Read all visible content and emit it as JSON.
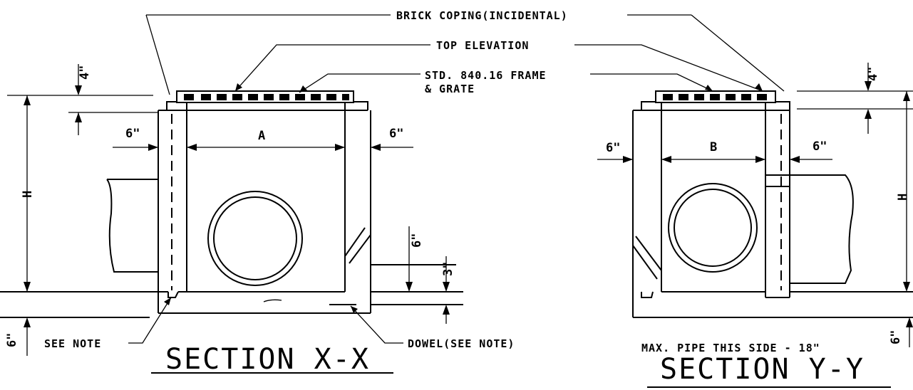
{
  "callouts": {
    "brick_coping": "BRICK COPING(INCIDENTAL)",
    "top_elevation": "TOP ELEVATION",
    "frame_grate_line1": "STD. 840.16 FRAME",
    "frame_grate_line2": "& GRATE",
    "see_note": "SEE NOTE",
    "dowel": "DOWEL(SEE NOTE)",
    "max_pipe": "MAX. PIPE THIS SIDE - 18\""
  },
  "section_xx": {
    "title": "SECTION X-X",
    "dim_4in": "4\"",
    "dim_6in_left": "6\"",
    "dim_a": "A",
    "dim_6in_right": "6\"",
    "dim_h": "H",
    "dim_6in_pipe": "6\"",
    "dim_3in": "3\"",
    "dim_6in_base": "6\""
  },
  "section_yy": {
    "title": "SECTION Y-Y",
    "dim_4in": "4\"",
    "dim_6in_left": "6\"",
    "dim_b": "B",
    "dim_6in_right": "6\"",
    "dim_h": "H",
    "dim_6in_base": "6\""
  }
}
